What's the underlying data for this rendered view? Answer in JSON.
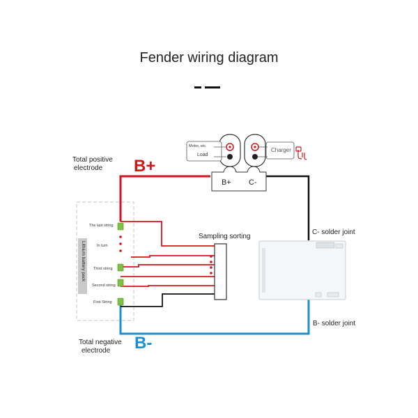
{
  "title": "Fender wiring diagram",
  "labels": {
    "total_positive": "Total positive\nelectrode",
    "total_positive_line1": "Total positive",
    "total_positive_line2": "electrode",
    "total_negative_line1": "Total negative",
    "total_negative_line2": "electrode",
    "b_plus_big": "B+",
    "b_minus_big": "B-",
    "sampling_sorting": "Sampling sorting",
    "c_minus_joint": "C- solder joint",
    "b_minus_joint": "B- solder joint",
    "b_plus_terminal": "B+",
    "c_minus_terminal": "C-",
    "motor": "Motor, etc.",
    "load": "Load",
    "charger": "Charger",
    "pack": "Lithium battery pack",
    "strings": [
      "The last string",
      "In turn",
      "Third string",
      "Second string",
      "First String"
    ]
  },
  "colors": {
    "positive": "#d4141c",
    "negative": "#1a8fd1",
    "wire_black": "#111111",
    "connector": "#7dc242"
  }
}
